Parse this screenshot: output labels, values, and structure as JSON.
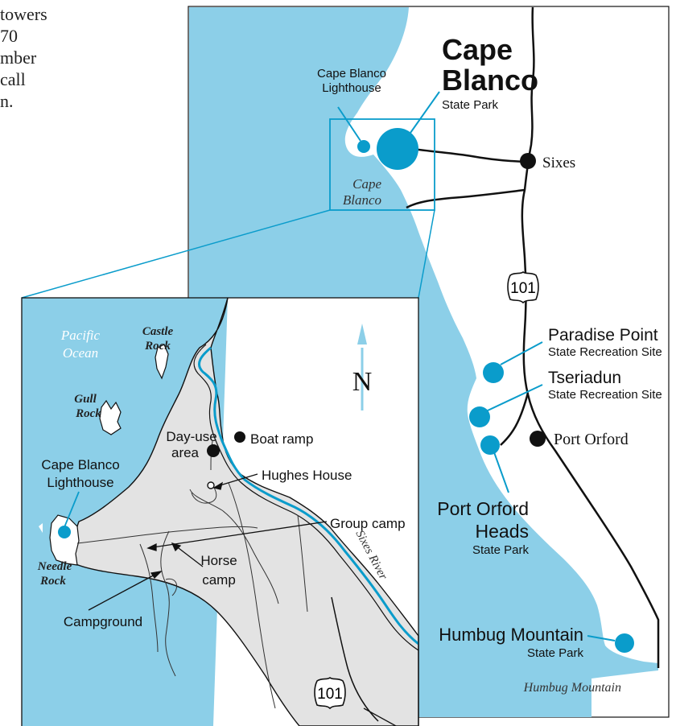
{
  "intro_lines": [
    "towers",
    "70",
    "mber",
    "call",
    "n."
  ],
  "colors": {
    "water": "#8ccfe8",
    "land_gray": "#e3e3e3",
    "accent": "#0a9ccb",
    "road": "#111111",
    "dot": "#111111"
  },
  "overview": {
    "title_line1": "Cape",
    "title_line2": "Blanco",
    "title_sub": "State Park",
    "lighthouse_line1": "Cape Blanco",
    "lighthouse_line2": "Lighthouse",
    "cape_line1": "Cape",
    "cape_line2": "Blanco",
    "sixes": "Sixes",
    "highway": "101",
    "paradise_name": "Paradise Point",
    "paradise_sub": "State Recreation Site",
    "tseriadun_name": "Tseriadun",
    "tseriadun_sub": "State Recreation Site",
    "port_orford": "Port Orford",
    "heads_line1": "Port Orford",
    "heads_line2": "Heads",
    "heads_sub": "State Park",
    "humbug_name": "Humbug Mountain",
    "humbug_sub": "State Park",
    "humbug_place": "Humbug Mountain"
  },
  "inset": {
    "ocean_line1": "Pacific",
    "ocean_line2": "Ocean",
    "castle_line1": "Castle",
    "castle_line2": "Rock",
    "gull_line1": "Gull",
    "gull_line2": "Rock",
    "north": "N",
    "dayuse_line1": "Day-use",
    "dayuse_line2": "area",
    "boat_ramp": "Boat ramp",
    "hughes_house": "Hughes House",
    "lighthouse_line1": "Cape Blanco",
    "lighthouse_line2": "Lighthouse",
    "group_camp": "Group camp",
    "needle_line1": "Needle",
    "needle_line2": "Rock",
    "horse_line1": "Horse",
    "horse_line2": "camp",
    "campground": "Campground",
    "river": "Sixes River",
    "highway": "101"
  }
}
